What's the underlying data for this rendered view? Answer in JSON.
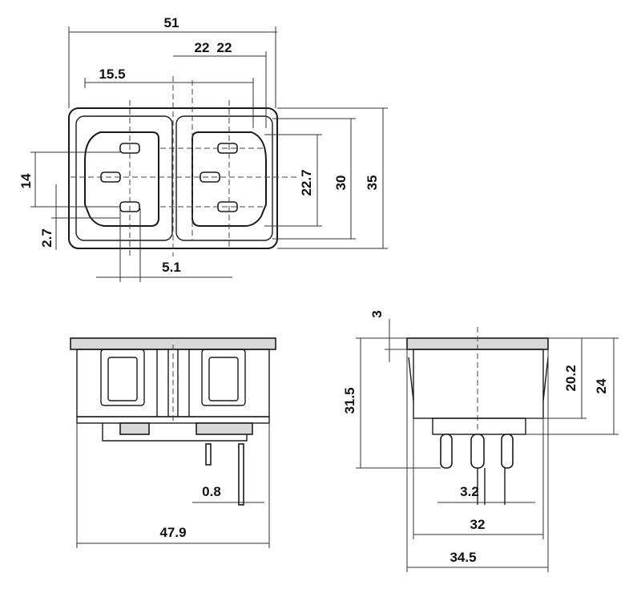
{
  "dimensions": {
    "top_view": {
      "overall_width": "51",
      "pitch_left": "22",
      "pitch_right": "22",
      "offset": "15.5",
      "pin_spacing": "14",
      "pin_offset": "2.7",
      "pin_gap": "5.1",
      "inner_height": "22.7",
      "body_height": "30",
      "flange_height": "35"
    },
    "front_view": {
      "pin_thickness": "0.8",
      "overall_width": "47.9"
    },
    "side_view": {
      "flange_thickness": "3",
      "overall_height": "31.5",
      "body_height": "20.2",
      "flange_height": "24",
      "pin_width": "3.2",
      "body_width": "32",
      "flange_width": "34.5"
    }
  }
}
